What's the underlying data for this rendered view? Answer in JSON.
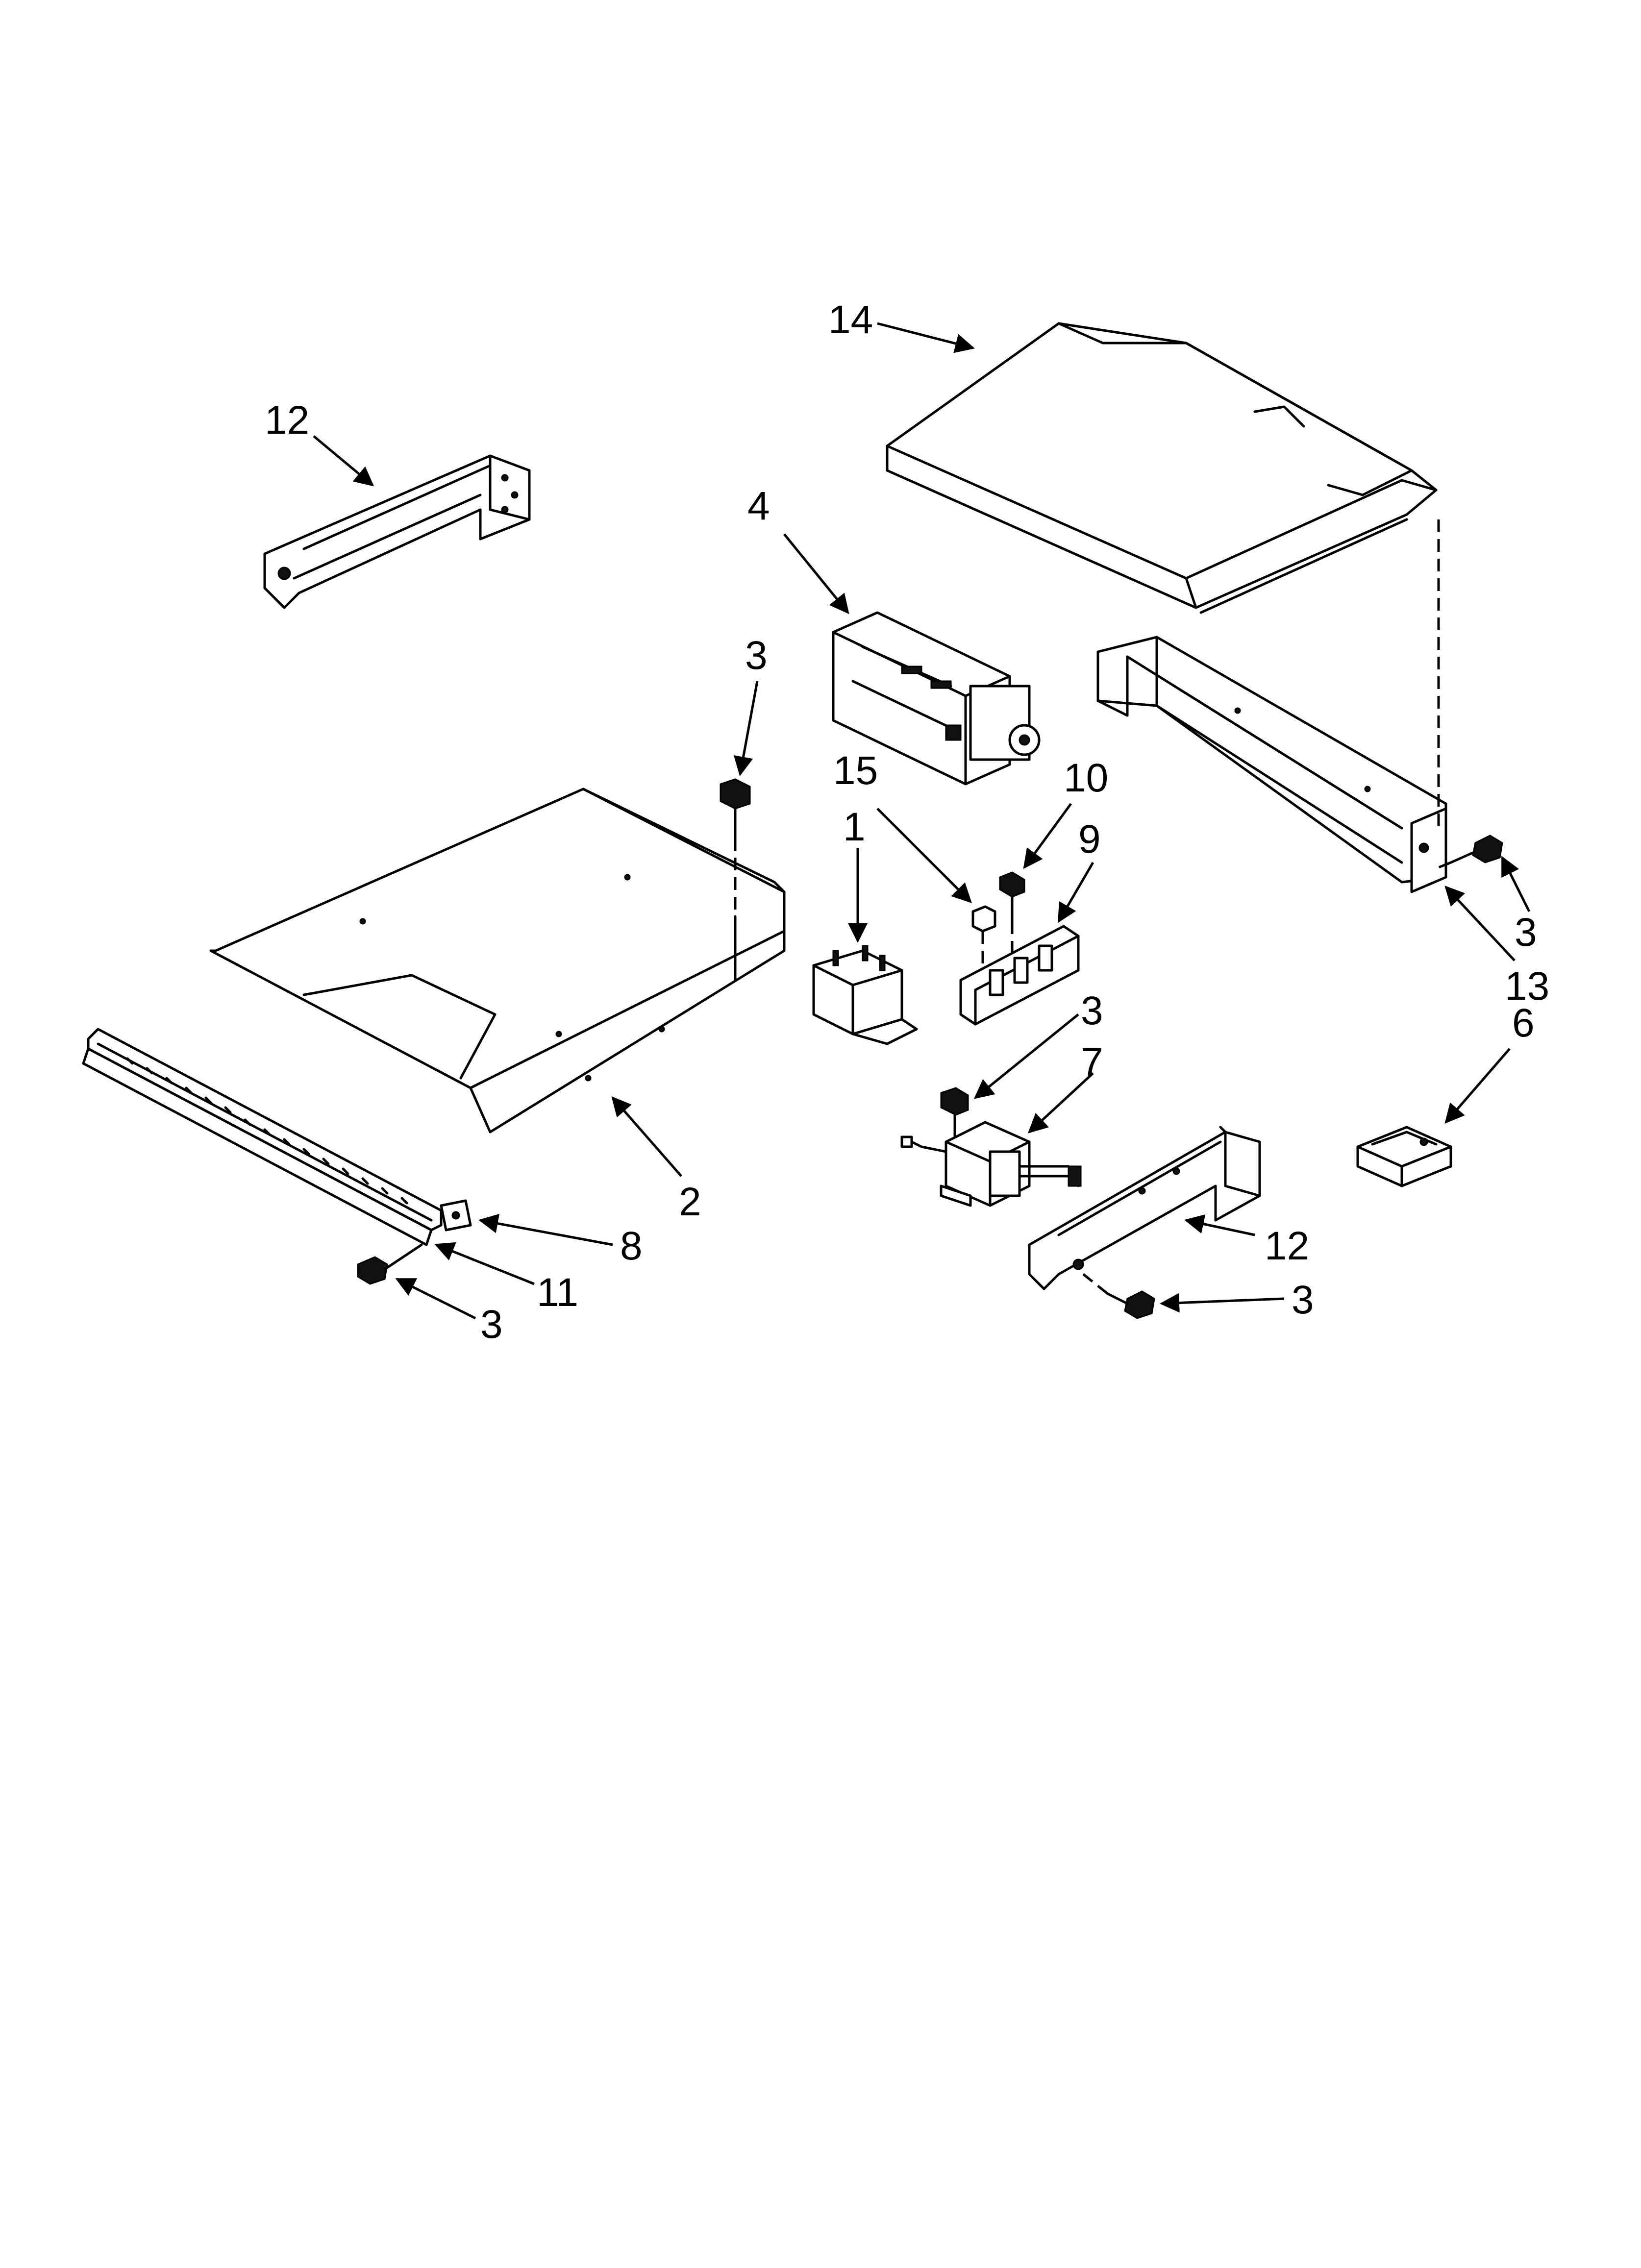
{
  "callouts": {
    "c14": "14",
    "c12_top": "12",
    "c4": "4",
    "c3_top": "3",
    "c15": "15",
    "c10": "10",
    "c1": "1",
    "c9": "9",
    "c3_right": "3",
    "c13": "13",
    "c6": "6",
    "c3_mid": "3",
    "c7": "7",
    "c2": "2",
    "c8": "8",
    "c11": "11",
    "c3_left": "3",
    "c12_bottom": "12",
    "c3_bottom": "3"
  }
}
